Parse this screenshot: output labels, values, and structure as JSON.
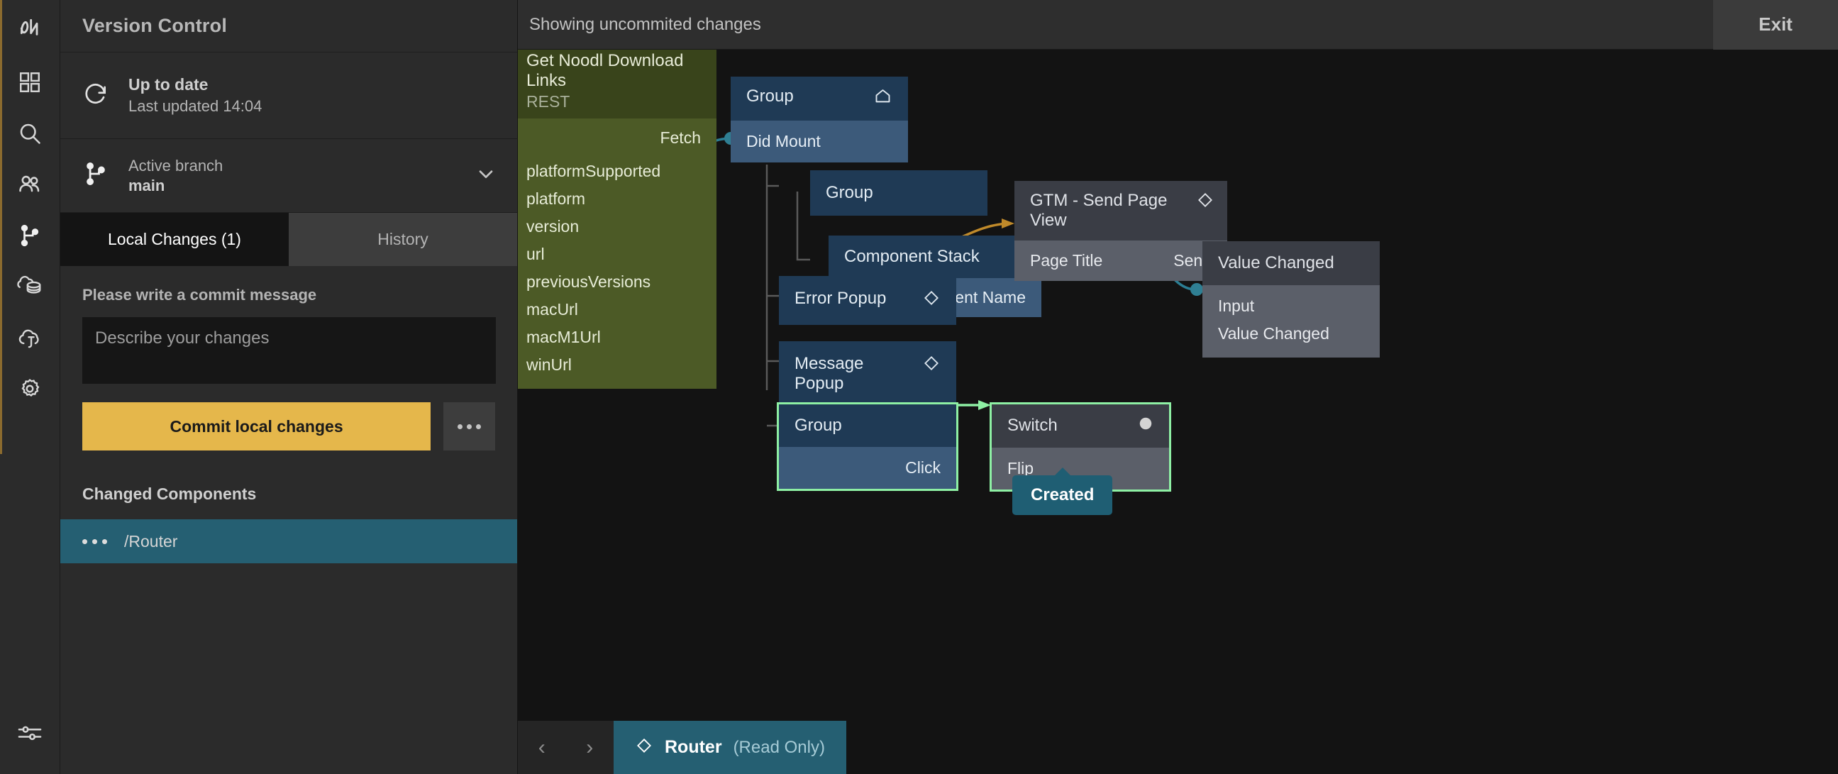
{
  "rail": {
    "items": [
      {
        "icon": "noodl-logo-icon",
        "name": "logo"
      },
      {
        "icon": "components-grid-icon",
        "name": "components"
      },
      {
        "icon": "search-icon",
        "name": "search"
      },
      {
        "icon": "users-icon",
        "name": "users"
      },
      {
        "icon": "version-control-branch-icon",
        "name": "version-control"
      },
      {
        "icon": "cloud-database-icon",
        "name": "cloud-data"
      },
      {
        "icon": "cloud-functions-icon",
        "name": "cloud-functions"
      },
      {
        "icon": "gear-icon",
        "name": "settings"
      },
      {
        "icon": "sliders-icon",
        "name": "editor-settings"
      }
    ]
  },
  "panel": {
    "title": "Version Control",
    "status": {
      "title": "Up to date",
      "subtitle": "Last updated 14:04",
      "icon": "refresh-icon"
    },
    "branch": {
      "label": "Active branch",
      "name": "main",
      "icon": "branch-icon",
      "chevron": "chevron-down-icon"
    },
    "tabs": [
      {
        "label": "Local Changes (1)",
        "active": true
      },
      {
        "label": "History",
        "active": false
      }
    ],
    "commit": {
      "label": "Please write a commit message",
      "placeholder": "Describe your changes",
      "value": "",
      "button_label": "Commit local changes",
      "more_label": "more-options"
    },
    "changed": {
      "heading": "Changed Components",
      "items": [
        {
          "name": "/Router"
        }
      ]
    }
  },
  "topbar": {
    "message": "Showing uncommited changes",
    "exit_label": "Exit"
  },
  "graph": {
    "nodes": [
      {
        "id": "rest",
        "title": "Get Noodl Download Links",
        "subtitle": "REST",
        "outputs_right": [
          "Fetch"
        ],
        "ports": [
          "platformSupported",
          "platform",
          "version",
          "url",
          "previousVersions",
          "macUrl",
          "macM1Url",
          "winUrl"
        ]
      },
      {
        "id": "group-root",
        "title": "Group",
        "icon": "home-icon",
        "ports": [
          "Did Mount"
        ]
      },
      {
        "id": "group-2",
        "title": "Group",
        "ports": []
      },
      {
        "id": "component-stack",
        "title": "Component Stack",
        "ports": [
          "Top Component Name"
        ]
      },
      {
        "id": "error-popup",
        "title": "Error Popup",
        "icon": "diamond-icon",
        "ports": []
      },
      {
        "id": "message-popup",
        "title": "Message Popup",
        "icon": "diamond-icon",
        "ports": []
      },
      {
        "id": "group-click",
        "title": "Group",
        "ports": [
          "Click"
        ],
        "selected": true
      },
      {
        "id": "gtm",
        "title": "GTM - Send Page View",
        "icon": "diamond-icon",
        "ports": [
          "Page Title",
          "Send"
        ]
      },
      {
        "id": "value-changed",
        "title": "Value Changed",
        "ports": [
          "Input",
          "Value Changed"
        ]
      },
      {
        "id": "switch",
        "title": "Switch",
        "icon": "circle-icon",
        "ports": [
          "Flip"
        ],
        "selected": true,
        "badge": "Created"
      }
    ],
    "labels": {
      "rest_title": "Get Noodl Download Links",
      "rest_subtitle": "REST",
      "fetch": "Fetch",
      "p_platformSupported": "platformSupported",
      "p_platform": "platform",
      "p_version": "version",
      "p_url": "url",
      "p_previousVersions": "previousVersions",
      "p_macUrl": "macUrl",
      "p_macM1Url": "macM1Url",
      "p_winUrl": "winUrl",
      "group": "Group",
      "did_mount": "Did Mount",
      "component_stack": "Component Stack",
      "top_component_name": "Top Component Name",
      "error_popup": "Error Popup",
      "message_popup": "Message Popup",
      "click": "Click",
      "gtm_title": "GTM - Send Page View",
      "page_title": "Page Title",
      "send": "Send",
      "value_changed": "Value Changed",
      "input": "Input",
      "switch": "Switch",
      "flip": "Flip",
      "created": "Created"
    }
  },
  "bottombar": {
    "prev": "‹",
    "next": "›",
    "crumb_icon": "diamond-icon",
    "crumb_name": "Router",
    "crumb_readonly": "(Read Only)"
  },
  "colors": {
    "accent_commit": "#e5b74b",
    "selection_green": "#8ef0a4",
    "crumb_blue": "#255f72",
    "node_blue_head": "#1f3a55",
    "node_blue_ports": "#3c5a7a",
    "node_gray_head": "#3a3d45",
    "node_gray_ports": "#5b5f69",
    "node_green_head": "#39441b",
    "node_green_ports": "#4c5a26",
    "wire_orange": "#c08a2a",
    "wire_teal": "#2b7e94"
  }
}
